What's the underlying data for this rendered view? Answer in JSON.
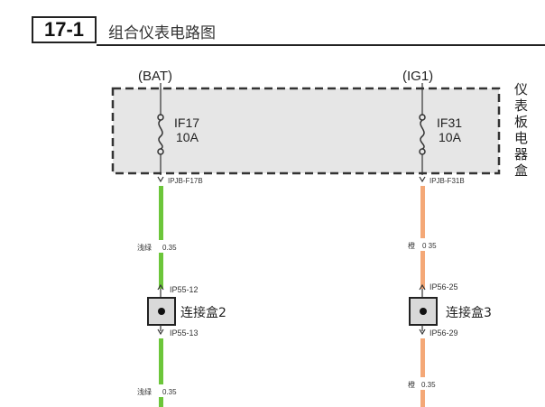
{
  "header": {
    "section_number": "17-1",
    "title": "组合仪表电路图"
  },
  "colors": {
    "green": "#6cc63a",
    "orange": "#f4a877",
    "box_fill": "#e6e6e6",
    "dash": "#333333"
  },
  "box": {
    "label_chars": [
      "仪",
      "表",
      "板",
      "电",
      "器",
      "盒"
    ]
  },
  "circuits": [
    {
      "power": "(BAT)",
      "fuse_name": "IF17",
      "fuse_rating": "10A",
      "box_pin": "IPJB-F17B",
      "wire1_label": "浅绿",
      "wire1_size": "0.35",
      "conn_pin_in": "IP55-12",
      "connector": "连接盒2",
      "conn_pin_out": "IP55-13",
      "wire2_label": "浅绿",
      "wire2_size": "0.35",
      "wire_color": "green"
    },
    {
      "power": "(IG1)",
      "fuse_name": "IF31",
      "fuse_rating": "10A",
      "box_pin": "IPJB-F31B",
      "wire1_label": "橙",
      "wire1_size": "0 35",
      "conn_pin_in": "IP56-25",
      "connector": "连接盒3",
      "conn_pin_out": "IP56-29",
      "wire2_label": "橙",
      "wire2_size": "0.35",
      "wire_color": "orange"
    }
  ]
}
